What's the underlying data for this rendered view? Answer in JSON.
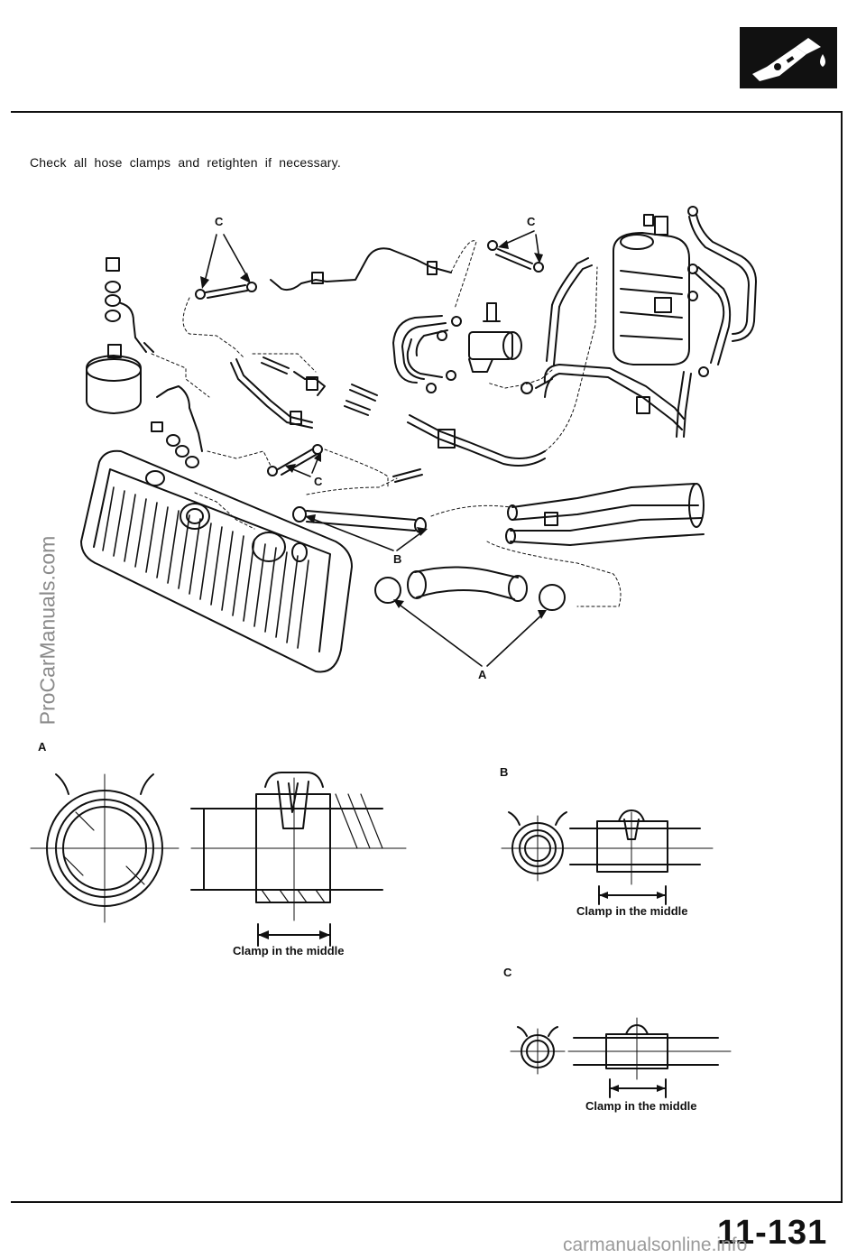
{
  "page": {
    "instruction": "Check all hose clamps and retighten if necessary.",
    "page_number": "11-131",
    "watermark_side": "ProCarManuals.com",
    "watermark_bottom": "carmanualsonline.info"
  },
  "badge": {
    "icon": "fuel-nozzle-icon"
  },
  "overview_diagram": {
    "callouts": {
      "c_top_left": "C",
      "c_top_right": "C",
      "c_middle": "C",
      "b": "B",
      "a": "A"
    }
  },
  "detail_a": {
    "label": "A",
    "caption": "Clamp in the middle"
  },
  "detail_b": {
    "label": "B",
    "caption": "Clamp in the middle"
  },
  "detail_c": {
    "label": "C",
    "caption": "Clamp in the middle"
  }
}
